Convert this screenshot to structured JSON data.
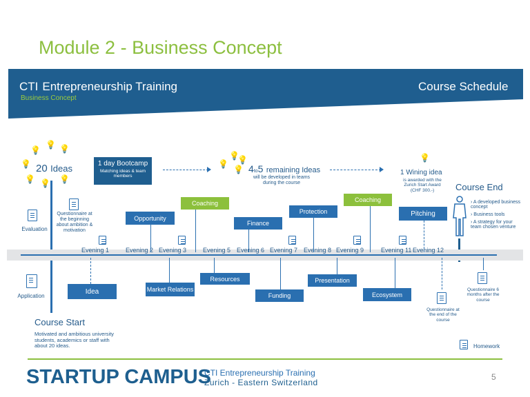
{
  "title": "Module 2 - Business Concept",
  "banner": {
    "cti": "CTI",
    "program": "Entrepreneurship Training",
    "subtitle": "Business Concept",
    "right": "Course Schedule"
  },
  "start": {
    "ideas_count": "20",
    "ideas_label": "Ideas",
    "evaluation": "Evaluation",
    "questionnaire_begin": "Questionnaire at the beginning about ambition & motivation",
    "application": "Application",
    "course_start": "Course Start",
    "course_start_desc": "Motivated and ambitious university students, academics or staff with about 20 ideas."
  },
  "bootcamp": {
    "title": "1 day Bootcamp",
    "desc": "Matching ideas & team members"
  },
  "teams": {
    "count_from": "4",
    "to": "to",
    "count_to": "5",
    "label": "remaining Ideas",
    "desc": "will be developed in teams during the course"
  },
  "winning": {
    "title": "1 Wining idea",
    "desc": "is awarded with the Zurich Start Award (CHF 300.-)"
  },
  "course_end": {
    "title": "Course End",
    "items": [
      "A developed business concept",
      "Business tools",
      "A strategy for your team chosen venture"
    ],
    "questionnaire_after": "Questionnaire 6 months after the course"
  },
  "evenings": [
    "Evening 1",
    "Evening 2",
    "Evening 3",
    "Evening 5",
    "Evening 6",
    "Evening 7",
    "Evening 8",
    "Evening 9",
    "Evening 11",
    "Evening 12"
  ],
  "topics_top": {
    "opportunity": "Opportunity",
    "coaching1": "Coaching",
    "finance": "Finance",
    "protection": "Protection",
    "coaching2": "Coaching",
    "pitching": "Pitching"
  },
  "topics_bottom": {
    "idea": "Idea",
    "market": "Market Relations",
    "resources": "Resources",
    "funding": "Funding",
    "presentation": "Presentation",
    "ecosystem": "Ecosystem"
  },
  "questionnaire_end": "Questionnaire at the end of the course",
  "homework": "Homework",
  "footer": {
    "brand": "STARTUP CAMPUS",
    "line1": "CTI Entrepreneurship Training",
    "line2": "Zurich - Eastern Switzerland",
    "page": "5"
  },
  "colors": {
    "blue": "#2a6fb0",
    "dark_blue": "#1e5f8f",
    "green": "#8cc03c"
  }
}
